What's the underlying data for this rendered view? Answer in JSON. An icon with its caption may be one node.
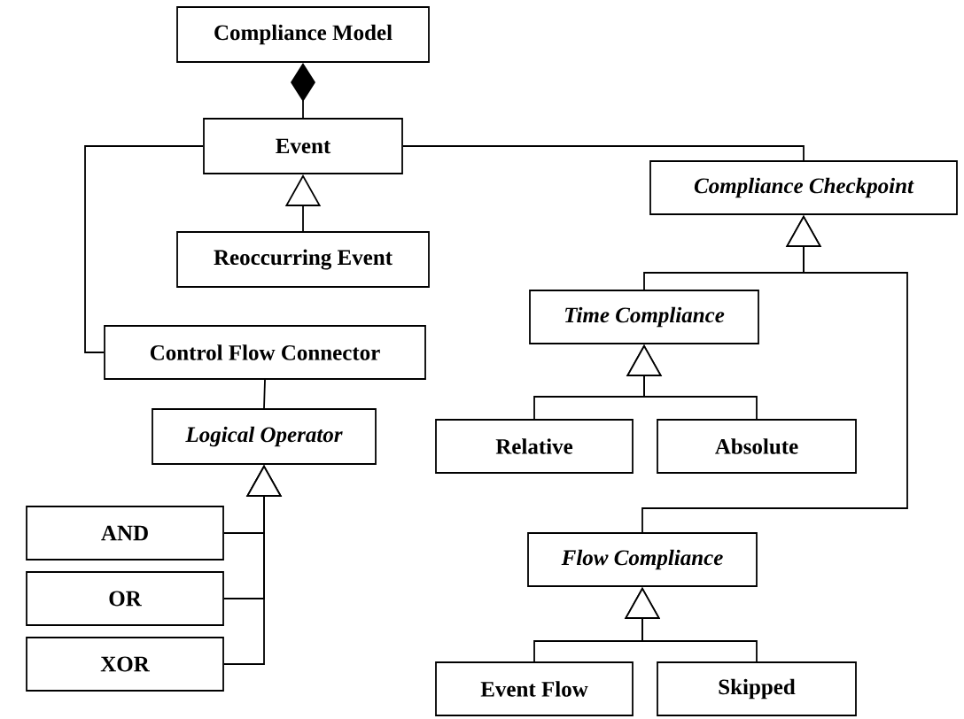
{
  "diagram": {
    "nodes": [
      {
        "text": [
          "Compliance Model"
        ]
      },
      {
        "text": [
          "Event"
        ]
      },
      {
        "text": [
          "Reoccurring Event"
        ]
      },
      {
        "text": [
          "Compliance Checkpoint"
        ]
      },
      {
        "text": [
          "Control Flow Connector"
        ]
      },
      {
        "text": [
          "Logical Operator"
        ]
      },
      {
        "text": [
          "AND"
        ]
      },
      {
        "text": [
          "OR"
        ]
      },
      {
        "text": [
          "XOR"
        ]
      },
      {
        "text": [
          "Time Compliance"
        ]
      },
      {
        "text": [
          "Relative"
        ]
      },
      {
        "text": [
          "Absolute"
        ]
      },
      {
        "text": [
          "Flow Compliance"
        ]
      },
      {
        "text": [
          "Event Flow"
        ]
      },
      {
        "text": [
          "Skipped"
        ]
      }
    ],
    "edges": [
      {
        "from": 1,
        "to": 0,
        "arrow": "other"
      },
      {
        "from": 2,
        "to": 1,
        "arrow": "to"
      },
      {
        "from": 1,
        "to": 3,
        "arrow": "none"
      },
      {
        "from": 1,
        "to": 4,
        "arrow": "none"
      },
      {
        "from": 4,
        "to": 5,
        "arrow": "none"
      },
      {
        "from": 6,
        "to": 5,
        "arrow": "to"
      },
      {
        "from": 7,
        "to": 5,
        "arrow": "to"
      },
      {
        "from": 8,
        "to": 5,
        "arrow": "to"
      },
      {
        "from": 9,
        "to": 3,
        "arrow": "to"
      },
      {
        "from": 12,
        "to": 3,
        "arrow": "to"
      },
      {
        "from": 10,
        "to": 9,
        "arrow": "to"
      },
      {
        "from": 11,
        "to": 9,
        "arrow": "to"
      },
      {
        "from": 13,
        "to": 12,
        "arrow": "to"
      },
      {
        "from": 14,
        "to": 12,
        "arrow": "to"
      }
    ]
  }
}
